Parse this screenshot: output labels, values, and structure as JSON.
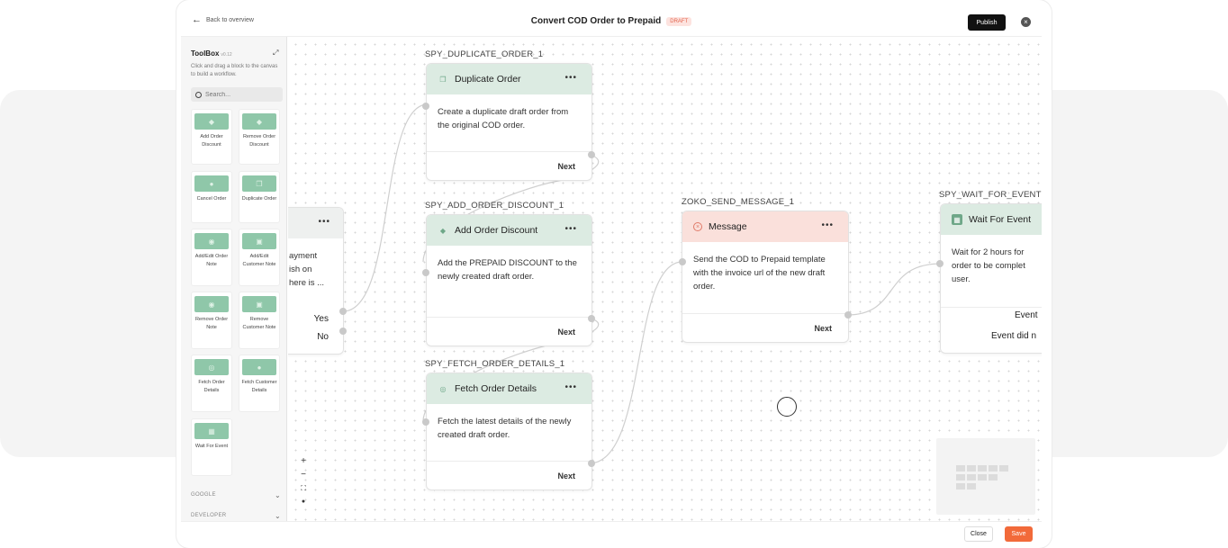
{
  "header": {
    "back_label": "Back to overview",
    "title": "Convert COD Order to Prepaid",
    "status_badge": "DRAFT",
    "publish_label": "Publish"
  },
  "toolbox": {
    "title": "ToolBox",
    "version": "v0.12",
    "help": "Click and drag a block to the canvas to build a workflow.",
    "search_placeholder": "Search...",
    "tiles": [
      {
        "label": "Add Order Discount",
        "icon": "tag-icon"
      },
      {
        "label": "Remove Order Discount",
        "icon": "tag-icon"
      },
      {
        "label": "Cancel Order",
        "icon": "cancel-icon"
      },
      {
        "label": "Duplicate Order",
        "icon": "copy-icon"
      },
      {
        "label": "Add/Edit Order Note",
        "icon": "note-icon"
      },
      {
        "label": "Add/Edit Customer Note",
        "icon": "note-icon"
      },
      {
        "label": "Remove Order Note",
        "icon": "note-icon"
      },
      {
        "label": "Remove Customer Note",
        "icon": "note-icon"
      },
      {
        "label": "Fetch Order Details",
        "icon": "globe-icon"
      },
      {
        "label": "Fetch Customer Details",
        "icon": "user-icon"
      },
      {
        "label": "Wait For Event",
        "icon": "calendar-icon"
      }
    ],
    "sections": [
      "GOOGLE",
      "DEVELOPER"
    ]
  },
  "canvas": {
    "partial_node": {
      "body": "ayment\nish on\nhere is ...",
      "yes": "Yes",
      "no": "No"
    },
    "nodes": [
      {
        "id": "SPY_DUPLICATE_ORDER_1",
        "title": "Duplicate Order",
        "body": "Create a duplicate draft order from the original COD order.",
        "next": "Next"
      },
      {
        "id": "SPY_ADD_ORDER_DISCOUNT_1",
        "title": "Add Order Discount",
        "body": "Add the PREPAID DISCOUNT to the newly created draft order.",
        "next": "Next"
      },
      {
        "id": "SPY_FETCH_ORDER_DETAILS_1",
        "title": "Fetch Order Details",
        "body": "Fetch the latest details of the newly created draft order.",
        "next": "Next"
      },
      {
        "id": "ZOKO_SEND_MESSAGE_1",
        "title": "Message",
        "body": "Send the COD to Prepaid template with the invoice url of the new draft order.",
        "next": "Next"
      },
      {
        "id": "SPY_WAIT_FOR_EVENT",
        "title": "Wait For Event",
        "body": "Wait for 2 hours for order to be complet user.",
        "outputs": [
          "Event",
          "Event did n"
        ]
      }
    ],
    "menu_glyph": "•••"
  },
  "footer": {
    "close_label": "Close",
    "save_label": "Save"
  },
  "colors": {
    "green_header": "#dcebe2",
    "pink_header": "#fae0db",
    "tile_icon": "#8fc7a9",
    "save": "#f26a3a",
    "draft_badge": "#fde3df"
  }
}
